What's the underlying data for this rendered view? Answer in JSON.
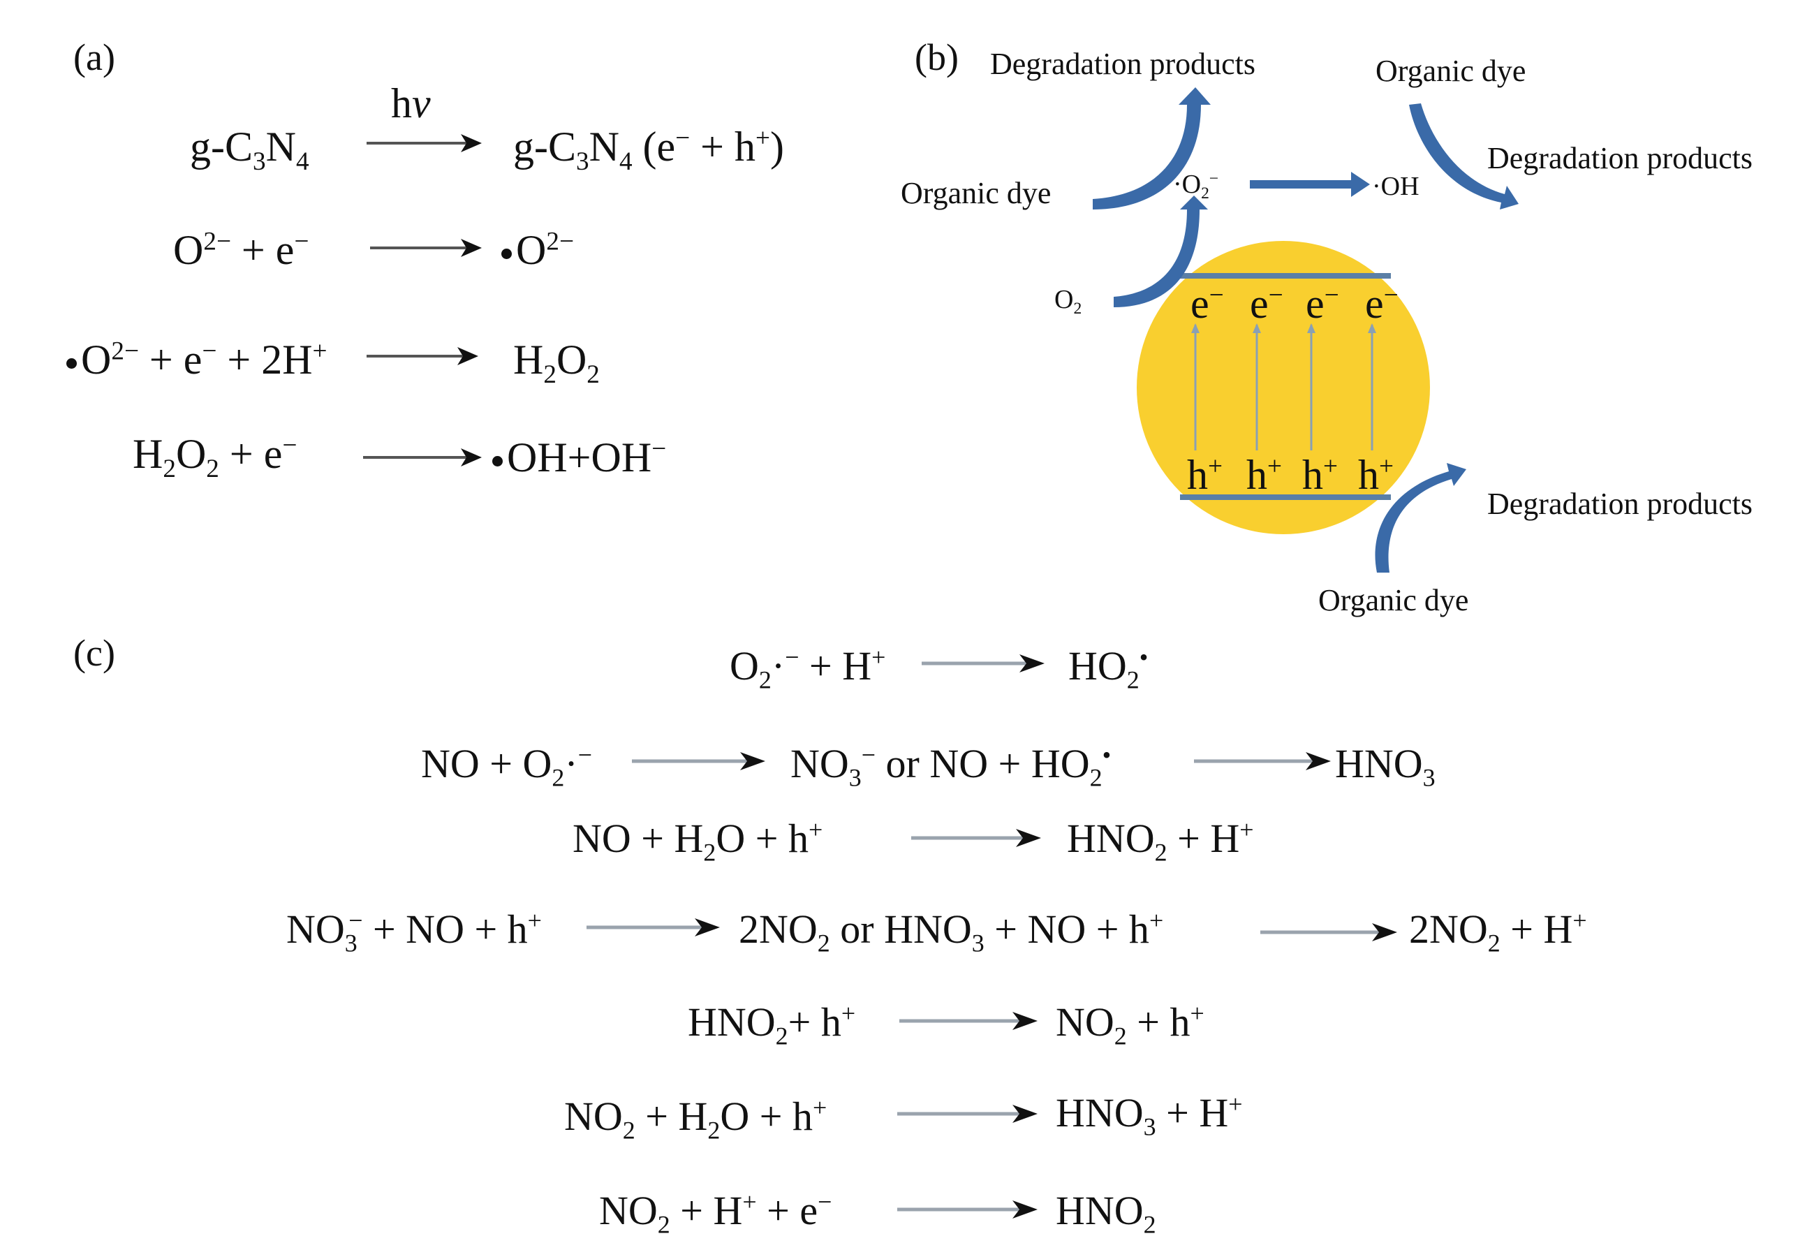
{
  "panel_a": {
    "label": "(a)",
    "hv": "h",
    "hv_nu": "v",
    "eq1_left": "g-C",
    "eq1_s1": "3",
    "eq1_n": "N",
    "eq1_s2": "4",
    "eq1_right": "g-C",
    "eq1_rs1": "3",
    "eq1_rn": "N",
    "eq1_rs2": "4",
    "eq1_rmid": " (e",
    "eq1_rsup1": "−",
    "eq1_rplus": " + h",
    "eq1_rsup2": "+",
    "eq1_rclose": ")",
    "eq2_left": "O",
    "eq2_sup": "2−",
    "eq2_rest": " + e",
    "eq2_sup2": "−",
    "eq2_right": "O",
    "eq2_rsup": "2−",
    "eq3_left": "O",
    "eq3_sup": "2−",
    "eq3_rest": " + e",
    "eq3_sup2": "−",
    "eq3_rest2": " + 2H",
    "eq3_sup3": "+",
    "eq3_right": "H",
    "eq3_rs1": "2",
    "eq3_ro": "O",
    "eq3_rs2": "2",
    "eq4_left": "H",
    "eq4_s1": "2",
    "eq4_o": "O",
    "eq4_s2": "2",
    "eq4_rest": " + e",
    "eq4_sup": "−",
    "eq4_right": "OH+OH",
    "eq4_rsup": "−"
  },
  "panel_b": {
    "label": "(b)",
    "degradation_products_1": "Degradation products",
    "organic_dye_1": "Organic dye",
    "organic_dye_2": "Organic dye",
    "degradation_products_2": "Degradation products",
    "o2_radical": "·O",
    "o2_radical_sub": "2",
    "o2_radical_sup": "−",
    "oh_radical": "·OH",
    "o2": "O",
    "o2_sub": "2",
    "electron": "e",
    "electron_sup": "−",
    "hole": "h",
    "hole_sup": "+",
    "degradation_products_3": "Degradation products",
    "organic_dye_3": "Organic dye",
    "colors": {
      "particle": "#f9cf2f",
      "band": "#5b7fa6",
      "arrow": "#3a6aa8",
      "transition": "#8aa0b4"
    }
  },
  "panel_c": {
    "label": "(c)",
    "r1": {
      "l1": "O",
      "s1": "2",
      "l2": "·",
      "sup1": "−",
      "l3": " + H",
      "sup2": "+",
      "r1": "HO",
      "rs1": "2",
      "rsup": "•"
    },
    "r2": {
      "l1": "NO + O",
      "s1": "2",
      "l2": "·",
      "sup1": "−",
      "m1": "NO",
      "ms1": "3",
      "msup": "−",
      "m2": " or NO + HO",
      "ms2": "2",
      "msup2": "•",
      "r1": "HNO",
      "rs1": "3"
    },
    "r3": {
      "l1": "NO + H",
      "s1": "2",
      "l2": "O + h",
      "sup1": "+",
      "r1": "HNO",
      "rs1": "2",
      "r2": " + H",
      "rsup": "+"
    },
    "r4": {
      "l1": "NO",
      "s1": "3",
      "sup1": "−",
      "l2": " + NO + h",
      "sup2": "+",
      "m1": "2NO",
      "ms1": "2",
      "m2": "  or HNO",
      "ms2": "3",
      "m3": " + NO + h",
      "msup": "+",
      "r1": "2NO",
      "rs1": "2",
      "r2": " + H",
      "rsup": "+"
    },
    "r5": {
      "l1": "HNO",
      "s1": "2",
      "l2": "+ h",
      "sup1": "+",
      "r1": "NO",
      "rs1": "2",
      "r2": " + h",
      "rsup": "+"
    },
    "r6": {
      "l1": "NO",
      "s1": "2",
      "l2": " + H",
      "s2": "2",
      "l3": "O + h",
      "sup1": "+",
      "r1": "HNO",
      "rs1": "3",
      "r2": " + H",
      "rsup": "+"
    },
    "r7": {
      "l1": "NO",
      "s1": "2",
      "l2": " +  H",
      "sup1": "+",
      "l3": " + e",
      "sup2": "−",
      "r1": "HNO",
      "rs1": "2"
    }
  }
}
